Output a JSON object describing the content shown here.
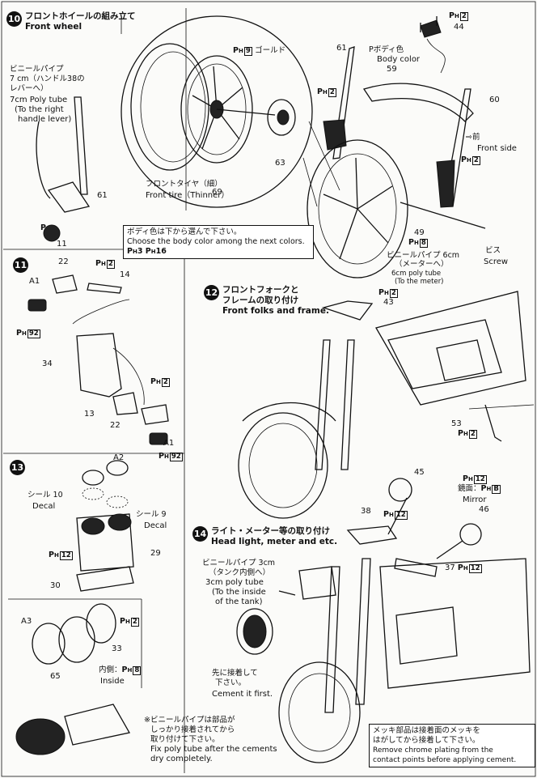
{
  "steps": {
    "s10": {
      "num": "10",
      "title_jp": "フロントホイールの組み立て",
      "title_en": "Front wheel"
    },
    "s11": {
      "num": "11"
    },
    "s12": {
      "num": "12",
      "title_jp": "フロントフォークと",
      "title_jp2": "フレームの取り付け",
      "title_en": "Front folks and frame."
    },
    "s13": {
      "num": "13"
    },
    "s14": {
      "num": "14",
      "title_jp": "ライト・メーター等の取り付け",
      "title_en": "Head light, meter and etc."
    }
  },
  "labels": {
    "vinyl_jp1": "ビニールパイプ",
    "vinyl_jp2": "7 cm（ハンドル38の",
    "vinyl_jp3": "レバーへ）",
    "vinyl_en1": "7cm Poly tube",
    "vinyl_en2": "(To the right",
    "vinyl_en3": "handle lever)",
    "gold": "ゴールド",
    "body_color_jp": "ボディ色",
    "body_color_en": "Body color",
    "front_side_jp": "前",
    "front_side_en": "Front side",
    "tire_jp": "フロントタイヤ（細）",
    "tire_en": "Front tire（Thinner）",
    "screw_jp": "ビス",
    "screw_en": "Screw",
    "poly6_jp1": "ビニールパイプ 6cm",
    "poly6_jp2": "（メーターへ）",
    "poly6_en1": "6cm poly tube",
    "poly6_en2": "(To the meter)",
    "decal10_jp": "シール 10",
    "decal10_en": "Decal",
    "decal9_jp": "シール 9",
    "decal9_en": "Decal",
    "inside_jp": "内側：",
    "inside_en": "Inside",
    "mirror_jp": "鏡面：",
    "mirror_en": "Mirror",
    "poly3_jp1": "ビニールパイプ 3cm",
    "poly3_jp2": "（タンク内側へ）",
    "poly3_en1": "3cm poly tube",
    "poly3_en2": "(To the inside",
    "poly3_en3": "of the tank)",
    "cement_jp1": "先に接着して",
    "cement_jp2": "下さい。",
    "cement_en": "Cement it first."
  },
  "notes": {
    "body_color_jp": "ボディ色は下から選んで下さい。",
    "body_color_en": "Choose the body color among the next colors.",
    "poly_jp1": "※ビニールパイプは部品が",
    "poly_jp2": "しっかり接着されてから",
    "poly_jp3": "取り付けて下さい。",
    "poly_en1": "Fix poly tube after the cements",
    "poly_en2": "dry completely.",
    "chrome_jp1": "メッキ部品は接着面のメッキを",
    "chrome_jp2": "はがしてから接着して下さい。",
    "chrome_en1": "Remove chrome plating from the",
    "chrome_en2": "contact points before applying cement."
  },
  "paint": {
    "P": "P",
    "H": "H",
    "c2": "2",
    "c3": "3",
    "c8": "8",
    "c9": "9",
    "c12": "12",
    "c16": "16",
    "c92": "92",
    "cB": "B"
  },
  "parts": [
    "61",
    "44",
    "59",
    "60",
    "63",
    "69",
    "61",
    "11",
    "49",
    "22",
    "14",
    "A1",
    "34",
    "13",
    "22",
    "A1",
    "43",
    "53",
    "A2",
    "29",
    "30",
    "A3",
    "33",
    "65",
    "45",
    "38",
    "46",
    "37"
  ],
  "icons": [
    "wheel-diagram",
    "fork-diagram",
    "frame-diagram",
    "headlight-diagram",
    "meter-diagram",
    "mirror-diagram"
  ]
}
